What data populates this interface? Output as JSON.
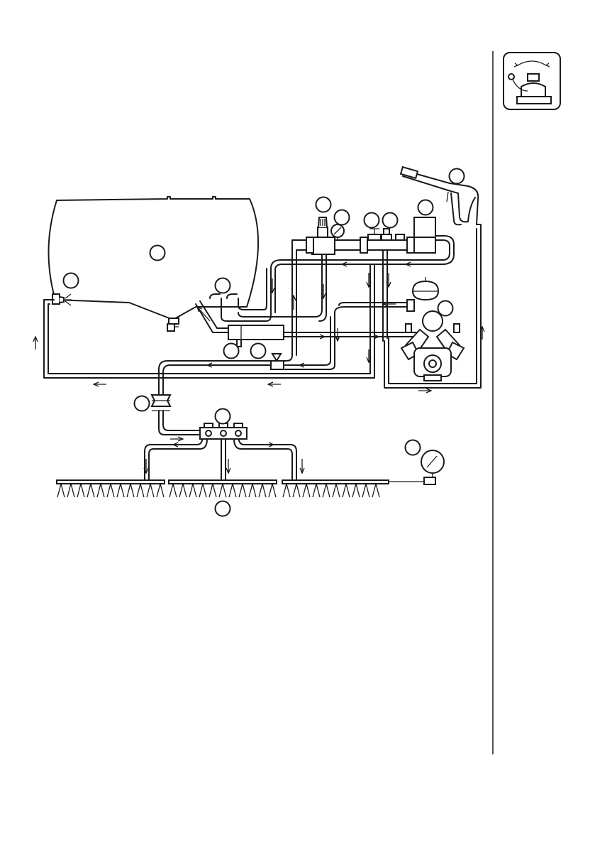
{
  "page": {
    "section_icon": "pump-control-lever-icon",
    "colors": {
      "line": "#1a1a1a",
      "background": "#ffffff"
    }
  },
  "diagram": {
    "components": [
      {
        "name": "tank"
      },
      {
        "name": "tank-agitator-nozzle"
      },
      {
        "name": "return-inlet-fittings"
      },
      {
        "name": "pressure-relief-valve"
      },
      {
        "name": "pressure-gauge"
      },
      {
        "name": "control-valve-a"
      },
      {
        "name": "control-valve-b"
      },
      {
        "name": "control-unit-box"
      },
      {
        "name": "spray-gun"
      },
      {
        "name": "pressure-accumulator"
      },
      {
        "name": "diaphragm-pump"
      },
      {
        "name": "suction-filter"
      },
      {
        "name": "filter-drain-valve"
      },
      {
        "name": "line-filter"
      },
      {
        "name": "boom-section-distributor"
      },
      {
        "name": "spray-boom-sections"
      },
      {
        "name": "boom-pressure-gauge"
      }
    ],
    "arrows": [
      {
        "name": "flow-arrow",
        "dir": "up"
      },
      {
        "name": "flow-arrow",
        "dir": "left"
      },
      {
        "name": "flow-arrow",
        "dir": "down"
      },
      {
        "name": "flow-arrow",
        "dir": "right"
      }
    ]
  }
}
